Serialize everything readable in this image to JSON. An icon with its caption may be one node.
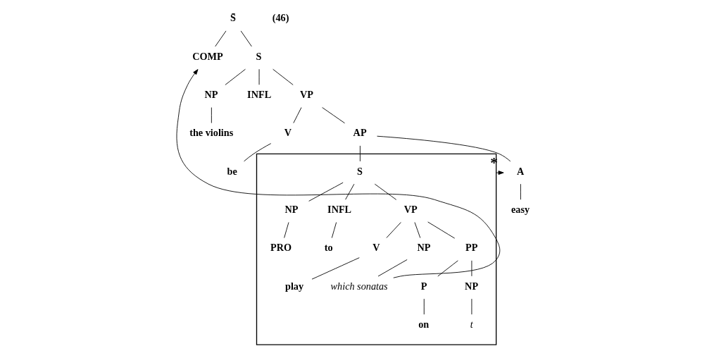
{
  "diagram": {
    "nodes": [
      {
        "text": [
          "S̄"
        ]
      },
      {
        "text": [
          "COMP"
        ]
      },
      {
        "text": [
          "S"
        ]
      },
      {
        "text": [
          "NP"
        ]
      },
      {
        "text": [
          "INFL"
        ]
      },
      {
        "text": [
          "VP"
        ]
      },
      {
        "text": [
          "the violins"
        ]
      },
      {
        "text": [
          "V"
        ]
      },
      {
        "text": [
          "AP"
        ]
      },
      {
        "text": [
          "be"
        ]
      },
      {
        "text": [
          "A"
        ]
      },
      {
        "text": [],
        "shape": "box"
      },
      {
        "text": [
          "S"
        ],
        "in": 11
      },
      {
        "text": [
          "easy"
        ]
      },
      {
        "text": [
          "NP"
        ],
        "in": 11
      },
      {
        "text": [
          "INFL"
        ],
        "in": 11
      },
      {
        "text": [
          "VP"
        ],
        "in": 11
      },
      {
        "text": [
          "PRO"
        ],
        "in": 11
      },
      {
        "text": [
          "to"
        ],
        "in": 11
      },
      {
        "text": [
          "V"
        ],
        "in": 11
      },
      {
        "text": [
          "NP"
        ],
        "in": 11
      },
      {
        "text": [
          "PP"
        ],
        "in": 11
      },
      {
        "text": [
          "play"
        ],
        "in": 11
      },
      {
        "text": [
          "which sonatas"
        ],
        "in": 11
      },
      {
        "text": [
          "P"
        ],
        "in": 11
      },
      {
        "text": [
          "NP"
        ],
        "in": 11
      },
      {
        "text": [
          "on"
        ],
        "in": 11
      },
      {
        "text": [
          "t"
        ],
        "in": 11
      }
    ],
    "edges": [
      {
        "from": 0,
        "to": 1,
        "arrow": "none"
      },
      {
        "from": 0,
        "to": 2,
        "arrow": "none"
      },
      {
        "from": 2,
        "to": 3,
        "arrow": "none"
      },
      {
        "from": 2,
        "to": 4,
        "arrow": "none"
      },
      {
        "from": 2,
        "to": 5,
        "arrow": "none"
      },
      {
        "from": 3,
        "to": 6,
        "arrow": "none"
      },
      {
        "from": 5,
        "to": 7,
        "arrow": "none"
      },
      {
        "from": 5,
        "to": 8,
        "arrow": "none"
      },
      {
        "from": 7,
        "to": 9,
        "arrow": "none"
      },
      {
        "from": 8,
        "to": 10,
        "arrow": "none"
      },
      {
        "from": 8,
        "to": 12,
        "arrow": "none"
      },
      {
        "from": 10,
        "to": 13,
        "arrow": "none"
      },
      {
        "from": 12,
        "to": 14,
        "arrow": "none"
      },
      {
        "from": 12,
        "to": 15,
        "arrow": "none"
      },
      {
        "from": 12,
        "to": 16,
        "arrow": "none"
      },
      {
        "from": 14,
        "to": 17,
        "arrow": "none"
      },
      {
        "from": 15,
        "to": 18,
        "arrow": "none"
      },
      {
        "from": 16,
        "to": 19,
        "arrow": "none"
      },
      {
        "from": 16,
        "to": 20,
        "arrow": "none"
      },
      {
        "from": 16,
        "to": 21,
        "arrow": "none"
      },
      {
        "from": 19,
        "to": 22,
        "arrow": "none"
      },
      {
        "from": 20,
        "to": 23,
        "arrow": "none"
      },
      {
        "from": 21,
        "to": 24,
        "arrow": "none"
      },
      {
        "from": 21,
        "to": 25,
        "arrow": "none"
      },
      {
        "from": 24,
        "to": 26,
        "arrow": "none"
      },
      {
        "from": 25,
        "to": 27,
        "arrow": "none"
      },
      {
        "from": 11,
        "to": 10,
        "arrow": "to",
        "label": "*"
      },
      {
        "from": 23,
        "to": 1,
        "arrow": "to"
      }
    ],
    "labels": [
      "(46)"
    ]
  }
}
